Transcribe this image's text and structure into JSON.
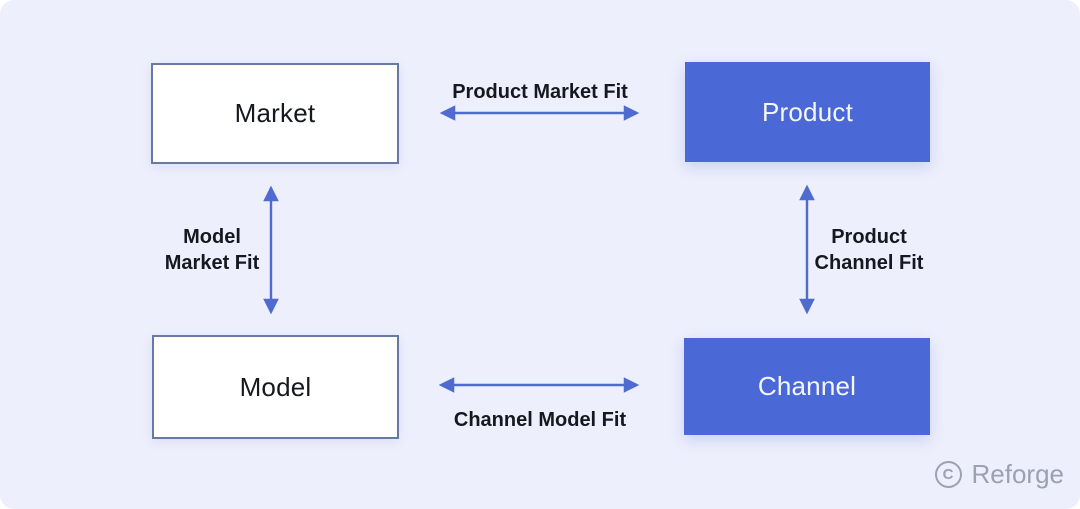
{
  "theme": {
    "bg": "#EDEFFC",
    "accent": "#4A68D6",
    "border-blue": "#6879A3",
    "arrow-blue": "#4F6BD0",
    "label-dark": "#16181F",
    "watermark-gray": "#9CA1B1"
  },
  "diagram": {
    "nodes": {
      "market": {
        "label": "Market",
        "variant": "outline"
      },
      "product": {
        "label": "Product",
        "variant": "solid"
      },
      "model": {
        "label": "Model",
        "variant": "outline"
      },
      "channel": {
        "label": "Channel",
        "variant": "solid"
      }
    },
    "edges": {
      "product_market_fit": {
        "label": "Product Market Fit",
        "from": "Market",
        "to": "Product"
      },
      "model_market_fit": {
        "label": "Model\nMarket Fit",
        "from": "Market",
        "to": "Model"
      },
      "product_channel_fit": {
        "label": "Product\nChannel Fit",
        "from": "Product",
        "to": "Channel"
      },
      "channel_model_fit": {
        "label": "Channel Model Fit",
        "from": "Model",
        "to": "Channel"
      }
    }
  },
  "watermark": {
    "symbol": "C",
    "text": "Reforge"
  }
}
